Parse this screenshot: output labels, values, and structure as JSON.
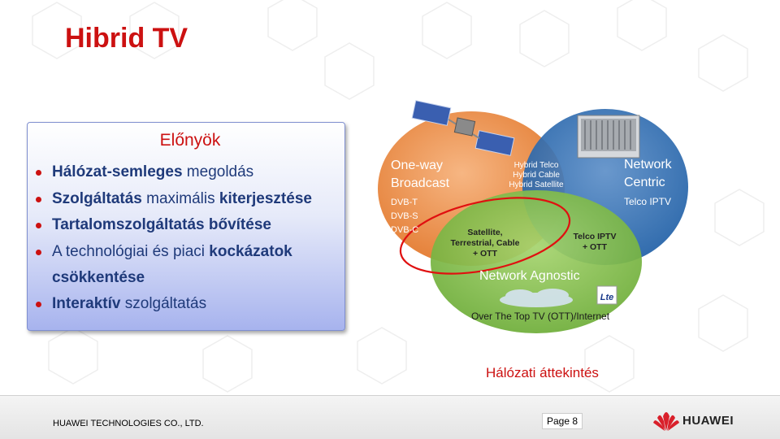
{
  "title": "Hibrid TV",
  "benefits": {
    "heading": "Előnyök",
    "items": [
      {
        "bold_a": "Hálózat-semleges",
        "text_a": " megoldás",
        "bold_b": "",
        "text_b": ""
      },
      {
        "bold_a": "Szolgáltatás",
        "text_a": " maximális ",
        "bold_b": "kiterjesztése",
        "text_b": ""
      },
      {
        "bold_a": "Tartalomszolgáltatás bővítése",
        "text_a": "",
        "bold_b": "",
        "text_b": ""
      },
      {
        "bold_a": "",
        "text_a": "A technológiai és piaci ",
        "bold_b": "kockázatok csökkentése",
        "text_b": ""
      },
      {
        "bold_a": "Interaktív",
        "text_a": " szolgáltatás",
        "bold_b": "",
        "text_b": ""
      }
    ]
  },
  "diagram": {
    "broadcast_title_1": "One-way",
    "broadcast_title_2": "Broadcast",
    "broadcast_items": [
      "DVB-T",
      "DVB-S",
      "DVB-C"
    ],
    "hybrid_1": "Hybrid Telco",
    "hybrid_2": "Hybrid Cable",
    "hybrid_3": "Hybrid Satellite",
    "network_centric_1": "Network",
    "network_centric_2": "Centric",
    "telco_iptv": "Telco IPTV",
    "sat_line_1": "Satellite,",
    "sat_line_2": "Terrestrial, Cable",
    "sat_line_3": "+ OTT",
    "telco_ott_1": "Telco  IPTV",
    "telco_ott_2": "+ OTT",
    "agnostic": "Network Agnostic",
    "ott": "Over The Top TV (OTT)/Internet",
    "lte": "Lte",
    "colors": {
      "green": "#6fae3a",
      "blue": "#1f5fa6",
      "orange": "#e3792d",
      "red_ring": "#e01010"
    }
  },
  "caption": "Hálózati áttekintés",
  "footer": {
    "company": "HUAWEI TECHNOLOGIES CO., LTD.",
    "page": "Page 8",
    "brand": "HUAWEI"
  }
}
